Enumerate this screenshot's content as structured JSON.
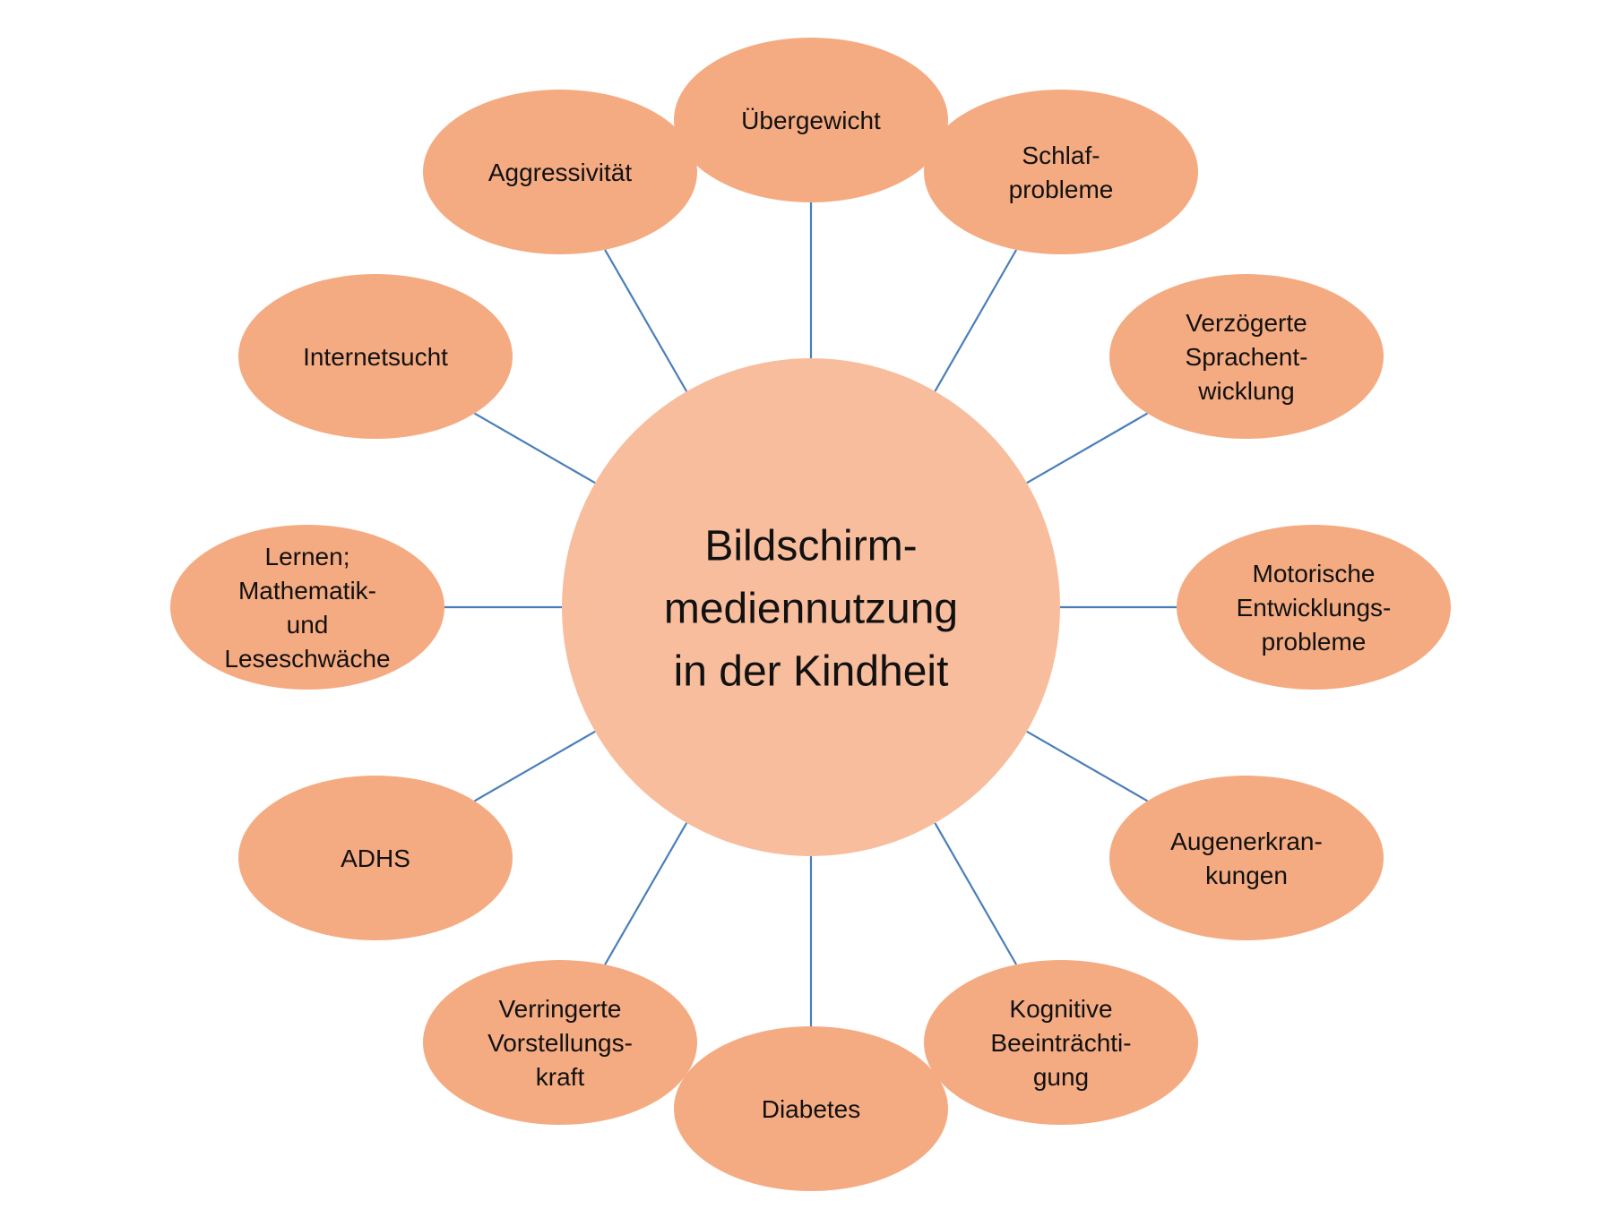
{
  "colors": {
    "center_fill": "#F8BD9C",
    "node_fill": "#F5AB82",
    "connector": "#4A7EBB",
    "text": "#111111"
  },
  "center": {
    "lines": [
      "Bildschirm-",
      "mediennutzung",
      "in der Kindheit"
    ]
  },
  "nodes": [
    {
      "id": "uebergewicht",
      "lines": [
        "Übergewicht"
      ]
    },
    {
      "id": "schlafprobleme",
      "lines": [
        "Schlaf-",
        "probleme"
      ]
    },
    {
      "id": "sprachentwicklung",
      "lines": [
        "Verzögerte",
        "Sprachent-",
        "wicklung"
      ]
    },
    {
      "id": "motorik",
      "lines": [
        "Motorische",
        "Entwicklungs-",
        "probleme"
      ]
    },
    {
      "id": "augen",
      "lines": [
        "Augenerkran-",
        "kungen"
      ]
    },
    {
      "id": "kognitiv",
      "lines": [
        "Kognitive",
        "Beeinträchti-",
        "gung"
      ]
    },
    {
      "id": "diabetes",
      "lines": [
        "Diabetes"
      ]
    },
    {
      "id": "vorstellungskraft",
      "lines": [
        "Verringerte",
        "Vorstellungs-",
        "kraft"
      ]
    },
    {
      "id": "adhs",
      "lines": [
        "ADHS"
      ]
    },
    {
      "id": "lernen",
      "lines": [
        "Lernen;",
        "Mathematik-",
        "und",
        "Leseschwäche"
      ]
    },
    {
      "id": "internetsucht",
      "lines": [
        "Internetsucht"
      ]
    },
    {
      "id": "aggressivitaet",
      "lines": [
        "Aggressivität"
      ]
    }
  ]
}
